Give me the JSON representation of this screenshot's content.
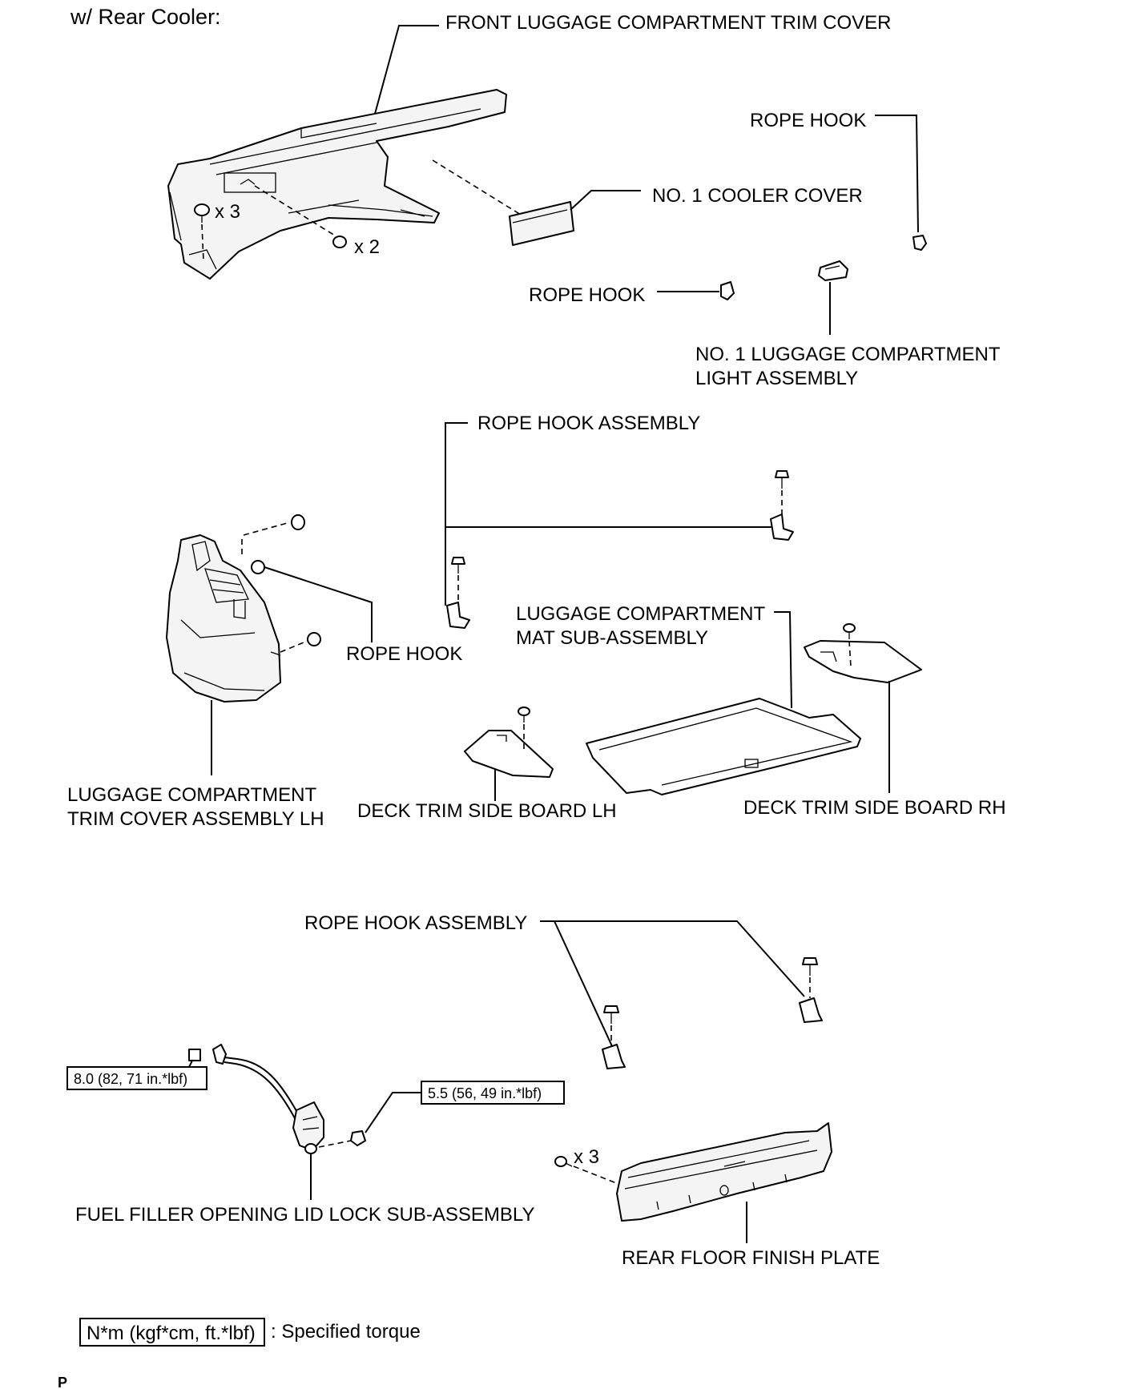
{
  "heading": "w/ Rear Cooler:",
  "labels": {
    "front_trim_cover": "FRONT LUGGAGE COMPARTMENT TRIM COVER",
    "rope_hook_top_right": "ROPE HOOK",
    "cooler_cover": "NO. 1 COOLER COVER",
    "rope_hook_top_mid": "ROPE HOOK",
    "light_line1": "NO. 1 LUGGAGE COMPARTMENT",
    "light_line2": "LIGHT ASSEMBLY",
    "rope_hook_assembly_mid": "ROPE HOOK ASSEMBLY",
    "rope_hook_mid_left": "ROPE HOOK",
    "mat_line1": "LUGGAGE COMPARTMENT",
    "mat_line2": "MAT SUB-ASSEMBLY",
    "trim_lh_line1": "LUGGAGE COMPARTMENT",
    "trim_lh_line2": "TRIM COVER ASSEMBLY LH",
    "deck_lh": "DECK TRIM SIDE BOARD LH",
    "deck_rh": "DECK TRIM SIDE BOARD RH",
    "rope_hook_assembly_bottom": "ROPE HOOK ASSEMBLY",
    "fuel_lock": "FUEL FILLER OPENING LID LOCK SUB-ASSEMBLY",
    "rear_floor_plate": "REAR FLOOR FINISH PLATE"
  },
  "quantities": {
    "clip_x3_top": "x 3",
    "clip_x2_top": "x 2",
    "clip_x3_bottom": "x 3"
  },
  "torques": {
    "bolt_left": "8.0 (82, 71 in.*lbf)",
    "nut_right": "5.5 (56, 49 in.*lbf)"
  },
  "legend": {
    "unit_box": "N*m (kgf*cm, ft.*lbf)",
    "description": ": Specified torque"
  },
  "footer_code": "P"
}
